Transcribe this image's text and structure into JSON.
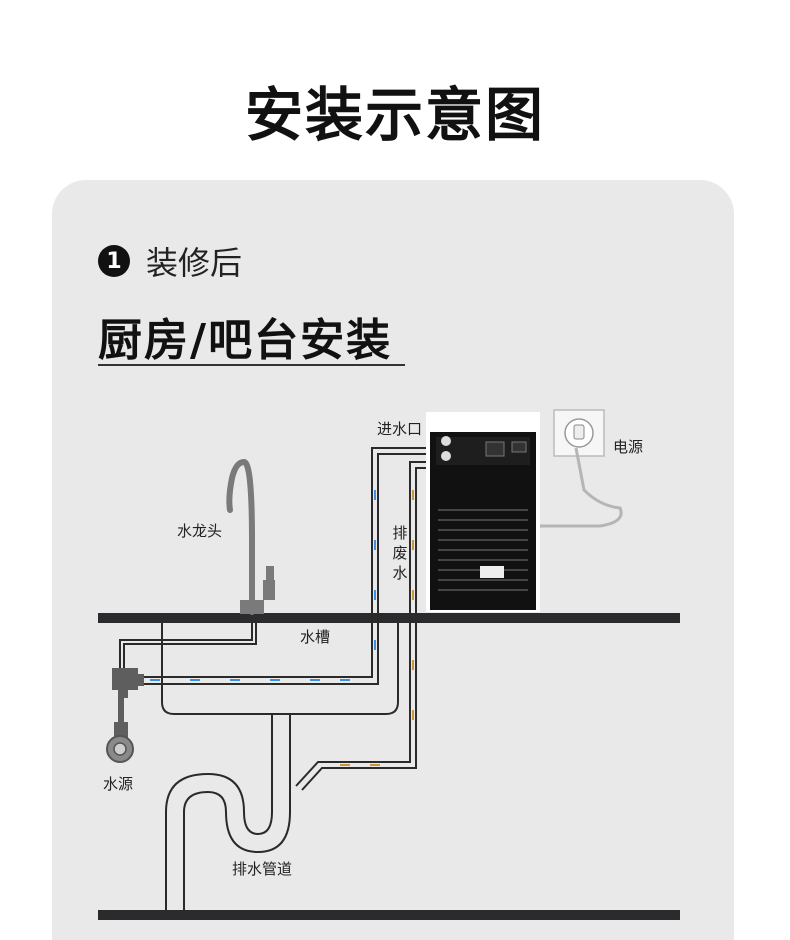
{
  "page_title": "安装示意图",
  "step": {
    "number": "1",
    "label": "装修后"
  },
  "section_title": "厨房/吧台安装",
  "labels": {
    "inlet": "进水口",
    "power": "电源",
    "faucet": "水龙头",
    "drain": "排废水",
    "sink": "水槽",
    "water_source": "水源",
    "drain_pipe": "排水管道"
  },
  "colors": {
    "panel_bg": "#e9e9e9",
    "counter": "#2b2b2d",
    "pipe": "#2a2a2a",
    "inlet_arrow": "#3f8ee0",
    "drain_arrow": "#c89640",
    "machine": "#111111"
  }
}
